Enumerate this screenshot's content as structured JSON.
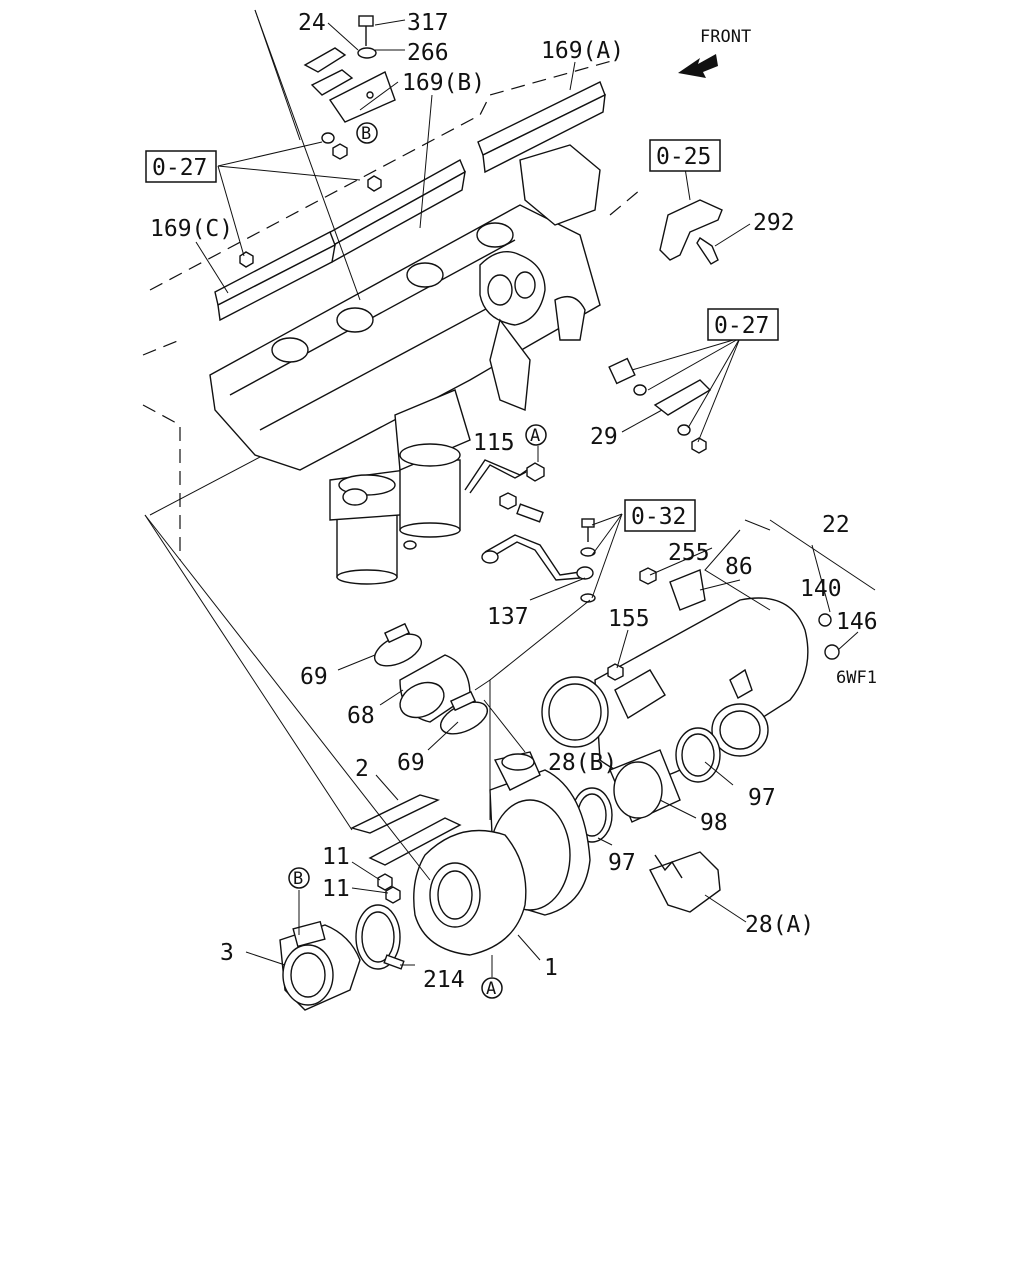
{
  "orientation": {
    "label": "FRONT"
  },
  "parts": {
    "p1": "1",
    "p2": "2",
    "p3": "3",
    "p11a": "11",
    "p11b": "11",
    "p22": "22",
    "p24": "24",
    "p28a": "28(A)",
    "p28b": "28(B)",
    "p29": "29",
    "p68": "68",
    "p69a": "69",
    "p69b": "69",
    "p86": "86",
    "p97a": "97",
    "p97b": "97",
    "p98": "98",
    "p115": "115",
    "p137": "137",
    "p140": "140",
    "p146": "146",
    "p155": "155",
    "p169a": "169(A)",
    "p169b": "169(B)",
    "p169c": "169(C)",
    "p214": "214",
    "p255": "255",
    "p266": "266",
    "p292": "292",
    "p317": "317"
  },
  "refs": {
    "r027a": "0-27",
    "r027b": "0-27",
    "r025": "0-25",
    "r032": "0-32"
  },
  "markers": {
    "a1": "A",
    "a2": "A",
    "b1": "B",
    "b2": "B"
  },
  "code": "6WF1"
}
